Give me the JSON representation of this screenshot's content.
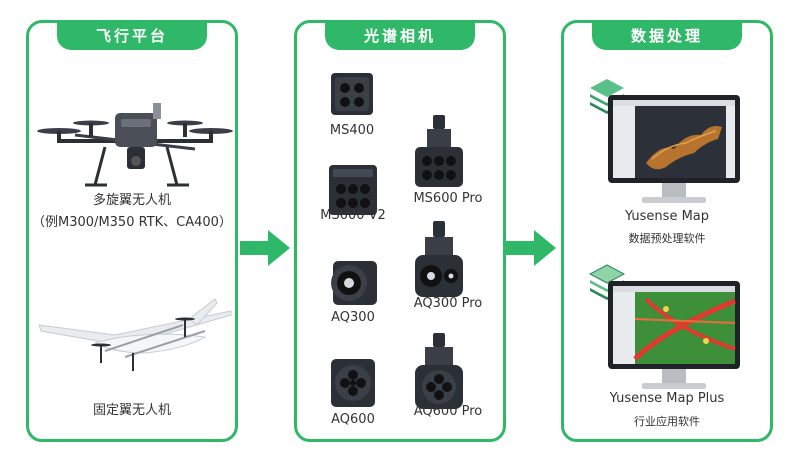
{
  "colors": {
    "accent": "#2fb867",
    "device_dark": "#2b2f36",
    "plane_white": "#e9ecef"
  },
  "panels": {
    "flight": {
      "title": "飞行平台",
      "items": [
        {
          "label": "多旋翼无人机",
          "sub": "（例M300/M350 RTK、CA400）"
        },
        {
          "label": "固定翼无人机"
        }
      ]
    },
    "camera": {
      "title": "光谱相机",
      "items": [
        "MS400",
        "MS600 V2",
        "MS600 Pro",
        "AQ300",
        "AQ300 Pro",
        "AQ600",
        "AQ600 Pro"
      ]
    },
    "processing": {
      "title": "数据处理",
      "software": [
        {
          "name": "Yusense Map",
          "desc": "数据预处理软件"
        },
        {
          "name": "Yusense Map Plus",
          "desc": "行业应用软件"
        }
      ]
    }
  },
  "icons": [
    "drone-icon",
    "fixed-wing-icon",
    "camera-icon",
    "gimbal-camera-icon",
    "monitor-icon",
    "layers-logo-icon",
    "arrow-right-icon"
  ]
}
